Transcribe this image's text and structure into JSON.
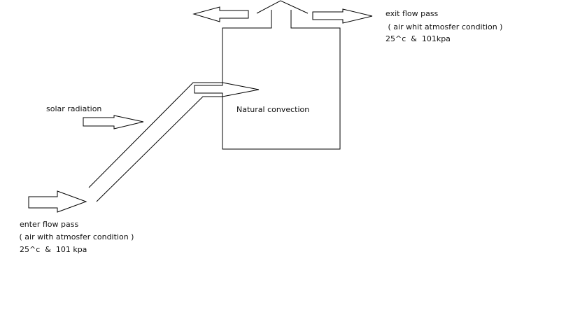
{
  "labels": {
    "exit_title": "exit flow pass",
    "exit_condition": " ( air whit atmosfer condition )",
    "exit_values": "25^c  &  101kpa",
    "natural_convection": "Natural convection",
    "solar_radiation": "solar radiation",
    "enter_title": "enter flow pass",
    "enter_condition": " ( air with atmosfer condition )",
    "enter_values": "25^c  &  101 kpa"
  },
  "colors": {
    "stroke": "#000000",
    "background": "#ffffff"
  }
}
